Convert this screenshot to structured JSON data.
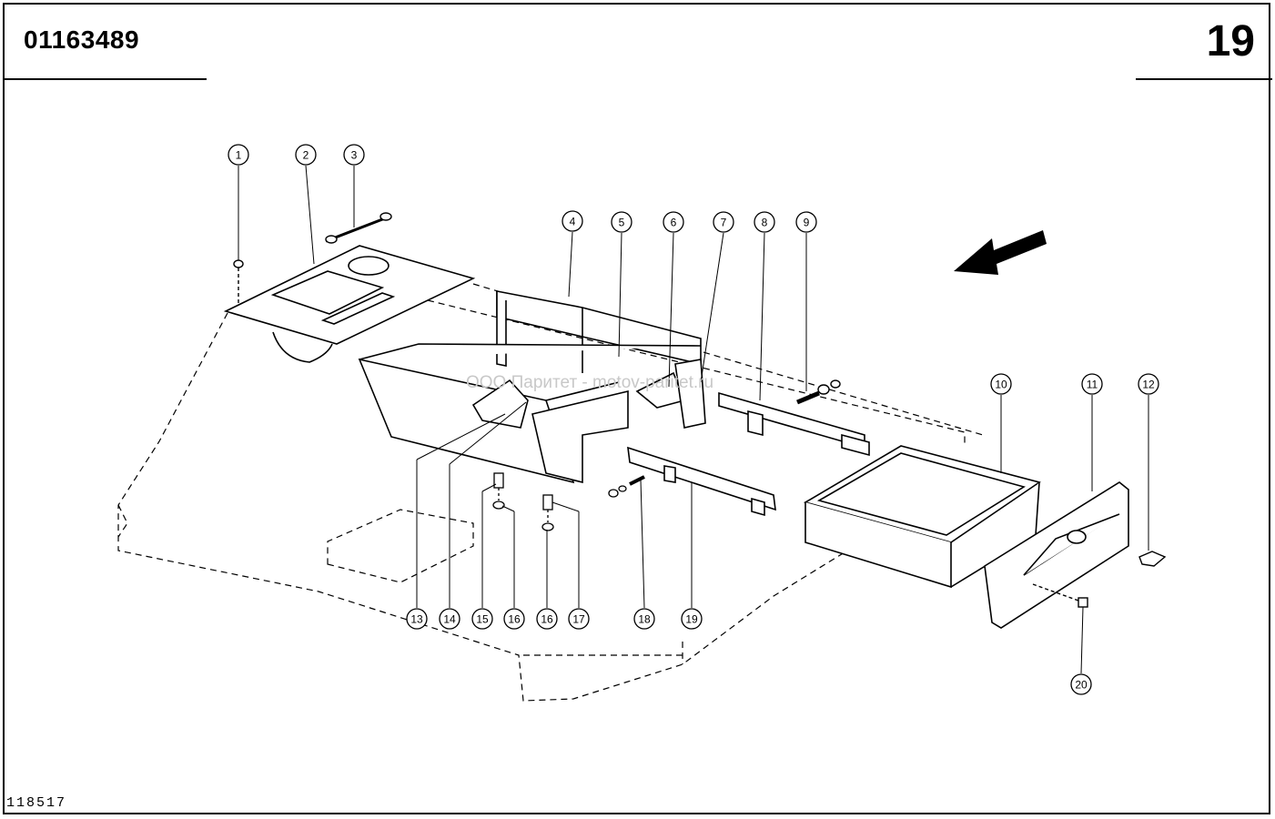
{
  "header": {
    "document_number": "01163489",
    "sheet_number": "19"
  },
  "footer": {
    "reference_number": "118517"
  },
  "watermark": {
    "text": "ООО Паритет - motov-paritet.ru"
  },
  "colors": {
    "ink": "#000000",
    "watermark": "#c8c8c8",
    "paper": "#ffffff"
  },
  "direction_arrow": {
    "icon": "direction-arrow-icon",
    "direction": "down-left"
  },
  "callouts": [
    "1",
    "2",
    "3",
    "4",
    "5",
    "6",
    "7",
    "8",
    "9",
    "10",
    "11",
    "12",
    "13",
    "14",
    "15",
    "16",
    "16",
    "17",
    "18",
    "19",
    "20"
  ]
}
